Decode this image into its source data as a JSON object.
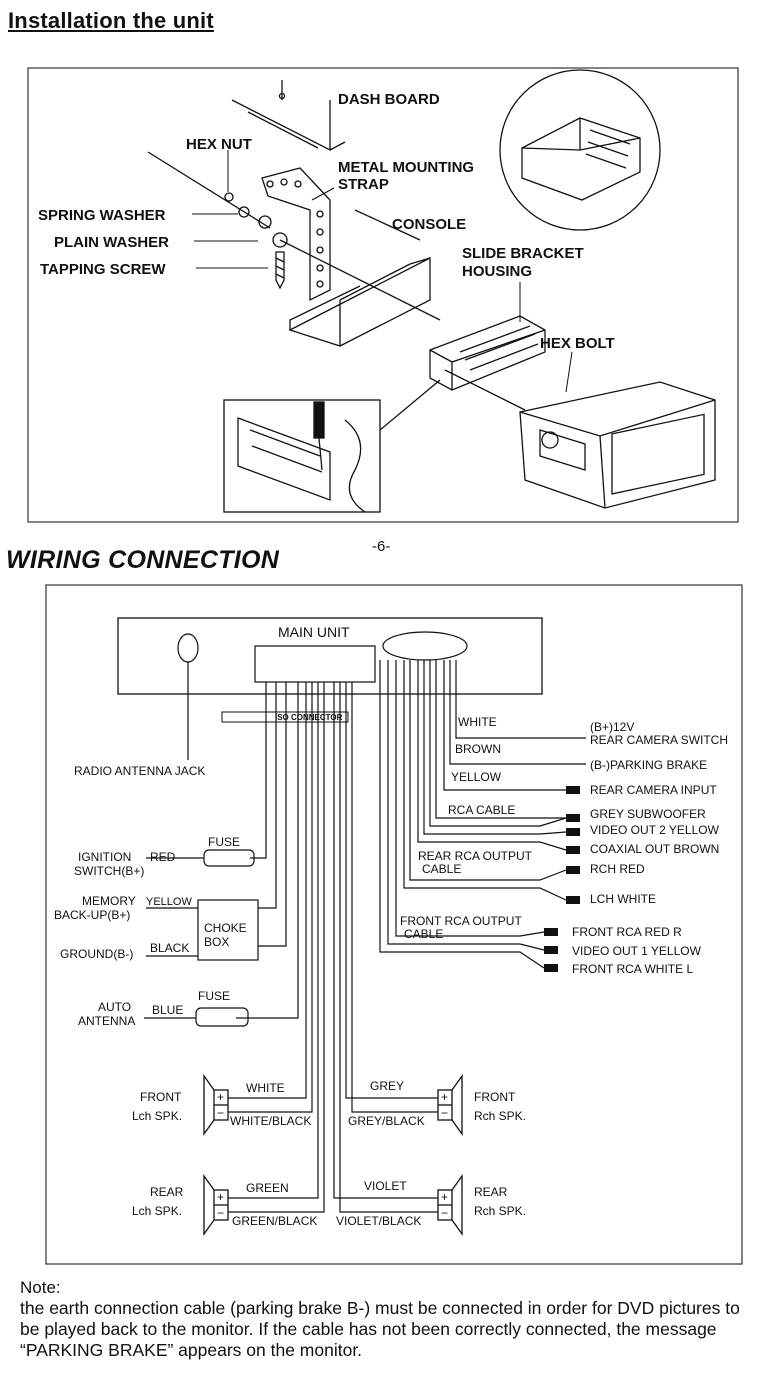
{
  "install": {
    "title": "Installation the unit",
    "labels": {
      "dash_board": "DASH BOARD",
      "hex_nut": "HEX NUT",
      "metal_mounting_strap_1": "METAL MOUNTING",
      "metal_mounting_strap_2": "STRAP",
      "spring_washer": "SPRING WASHER",
      "plain_washer": "PLAIN WASHER",
      "tapping_screw": "TAPPING SCREW",
      "console": "CONSOLE",
      "slide_bracket_1": "SLIDE BRACKET",
      "slide_bracket_2": "HOUSING",
      "hex_bolt": "HEX BOLT"
    }
  },
  "page_number": "-6-",
  "wiring": {
    "title": "WIRING CONNECTION",
    "main_unit": "MAIN UNIT",
    "iso_connector": "ISO CONNECTOR",
    "radio_antenna_jack": "RADIO ANTENNA JACK",
    "left": {
      "ignition_1": "IGNITION",
      "ignition_2": "SWITCH(B+)",
      "red": "RED",
      "fuse1": "FUSE",
      "memory_1": "MEMORY",
      "memory_2": "BACK-UP(B+)",
      "yellow": "YELLOW",
      "choke_1": "CHOKE",
      "choke_2": "BOX",
      "ground": "GROUND(B-)",
      "black": "BLACK",
      "fuse2": "FUSE",
      "auto_1": "AUTO",
      "auto_2": "ANTENNA",
      "blue": "BLUE"
    },
    "right": {
      "white": "WHITE",
      "brown": "BROWN",
      "yellow": "YELLOW",
      "b12v": "(B+)12V",
      "rear_cam_switch": "REAR CAMERA SWITCH",
      "parking_brake": "(B-)PARKING BRAKE",
      "rear_cam_input": "REAR CAMERA INPUT",
      "rca_cable": "RCA  CABLE",
      "grey_sub": "GREY SUBWOOFER",
      "video_out2": "VIDEO OUT 2 YELLOW",
      "coaxial": "COAXIAL OUT BROWN",
      "rear_rca_1": "REAR RCA OUTPUT",
      "rear_rca_2": "CABLE",
      "rch_red": "RCH  RED",
      "lch_white": "LCH WHITE",
      "front_rca_1": "FRONT RCA OUTPUT",
      "front_rca_2": "CABLE",
      "front_rca_red": "FRONT RCA RED   R",
      "video_out1": "VIDEO  OUT 1 YELLOW",
      "front_rca_white": "FRONT RCA  WHITE  L"
    },
    "speakers": {
      "front_l_1": "FRONT",
      "front_l_2": "Lch SPK.",
      "front_l_pos": "WHITE",
      "front_l_neg": "WHITE/BLACK",
      "front_r_1": "FRONT",
      "front_r_2": "Rch SPK.",
      "front_r_pos": "GREY",
      "front_r_neg": "GREY/BLACK",
      "rear_l_1": "REAR",
      "rear_l_2": "Lch SPK.",
      "rear_l_pos": "GREEN",
      "rear_l_neg": "GREEN/BLACK",
      "rear_r_1": "REAR",
      "rear_r_2": "Rch SPK.",
      "rear_r_pos": "VIOLET",
      "rear_r_neg": "VIOLET/BLACK",
      "plus": "+",
      "minus": "−"
    }
  },
  "note": {
    "heading": "Note:",
    "body": "the earth connection cable (parking brake B-) must be connected in order for DVD pictures to be played back to the monitor. If the cable has not been correctly connected, the message “PARKING BRAKE” appears on the monitor."
  }
}
